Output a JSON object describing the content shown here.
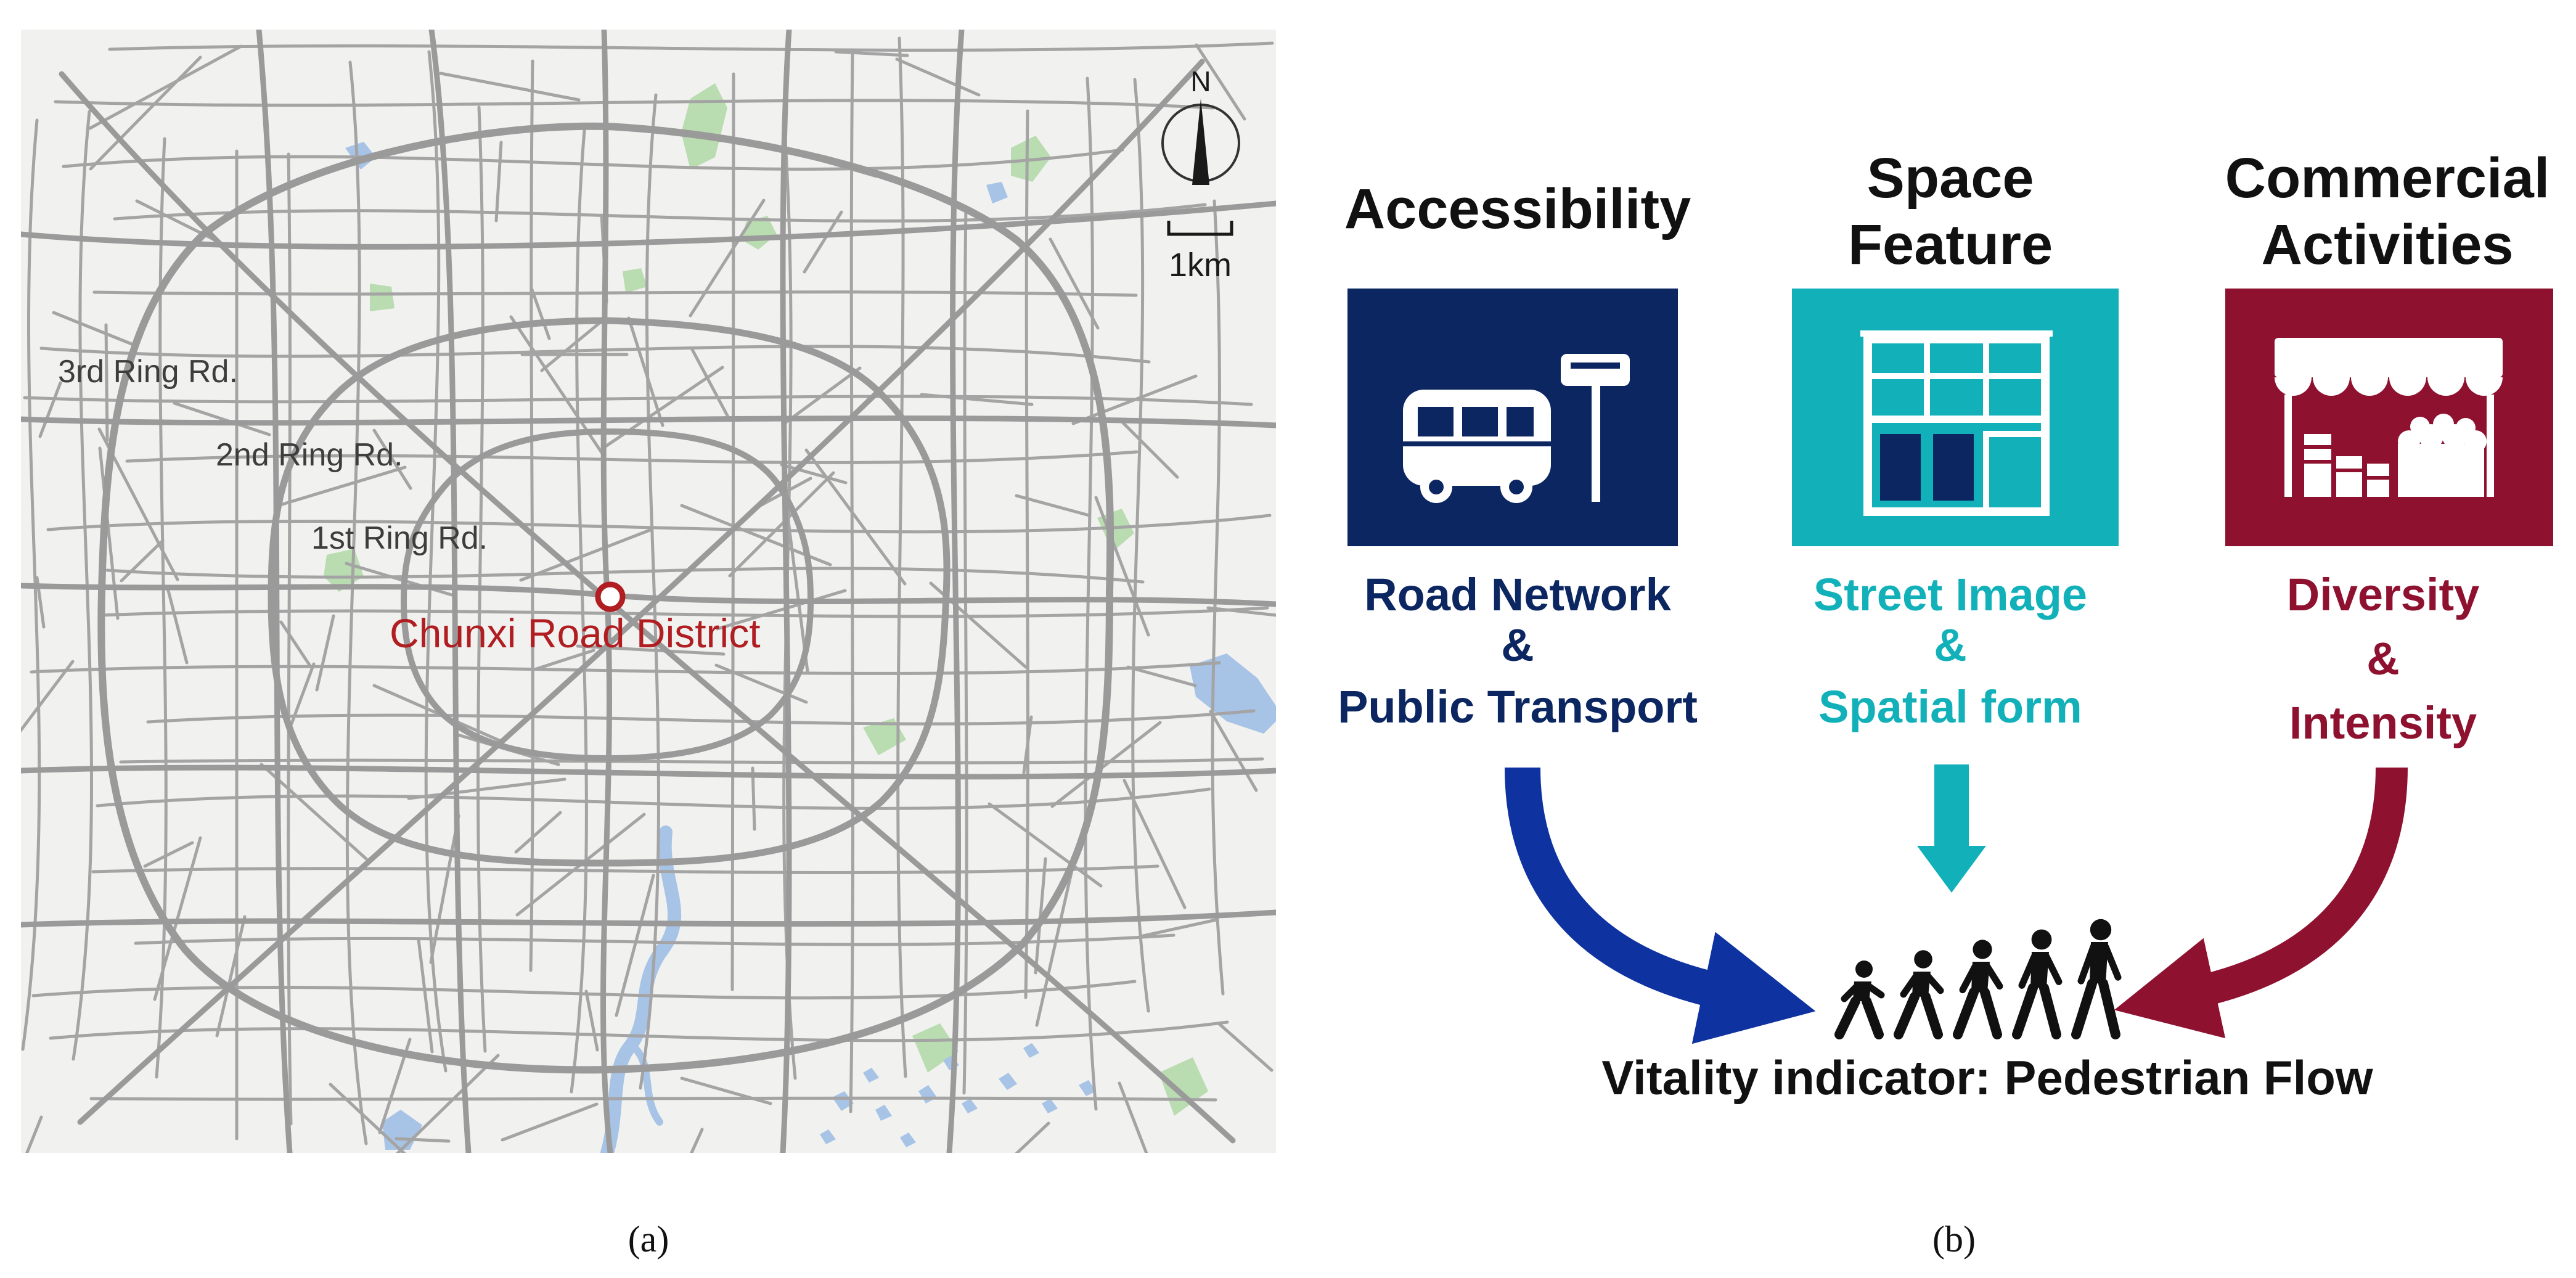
{
  "panel_a": {
    "label": "(a)",
    "ring_labels": [
      "3rd Ring Rd.",
      "2nd Ring Rd.",
      "1st Ring Rd."
    ],
    "district_label": "Chunxi Road District",
    "north_label": "N",
    "scale_label": "1km",
    "colors": {
      "land": "#f1f1ef",
      "road": "#9c9c9c",
      "water": "#a7c3e6",
      "park": "#b9dcb0",
      "district": "#b01e22"
    }
  },
  "panel_b": {
    "label": "(b)",
    "columns": [
      {
        "title_lines": [
          "Accessibility"
        ],
        "icon": "bus-stop-icon",
        "color": "#0b2660",
        "factor_lines": [
          "Road Network",
          "&",
          "Public Transport"
        ]
      },
      {
        "title_lines": [
          "Space",
          "Feature"
        ],
        "icon": "building-icon",
        "color": "#12b1ba",
        "factor_lines": [
          "Street Image",
          "&",
          "Spatial form"
        ]
      },
      {
        "title_lines": [
          "Commercial",
          "Activities"
        ],
        "icon": "market-stall-icon",
        "color": "#8e1230",
        "factor_lines": [
          "Diversity",
          "&",
          "Intensity"
        ]
      }
    ],
    "outcome": "Vitality indicator: Pedestrian Flow",
    "pedestrian_icon": "pedestrians-walking-icon",
    "arrow_colors": [
      "#0e32a0",
      "#12b1ba",
      "#8e1230"
    ]
  }
}
